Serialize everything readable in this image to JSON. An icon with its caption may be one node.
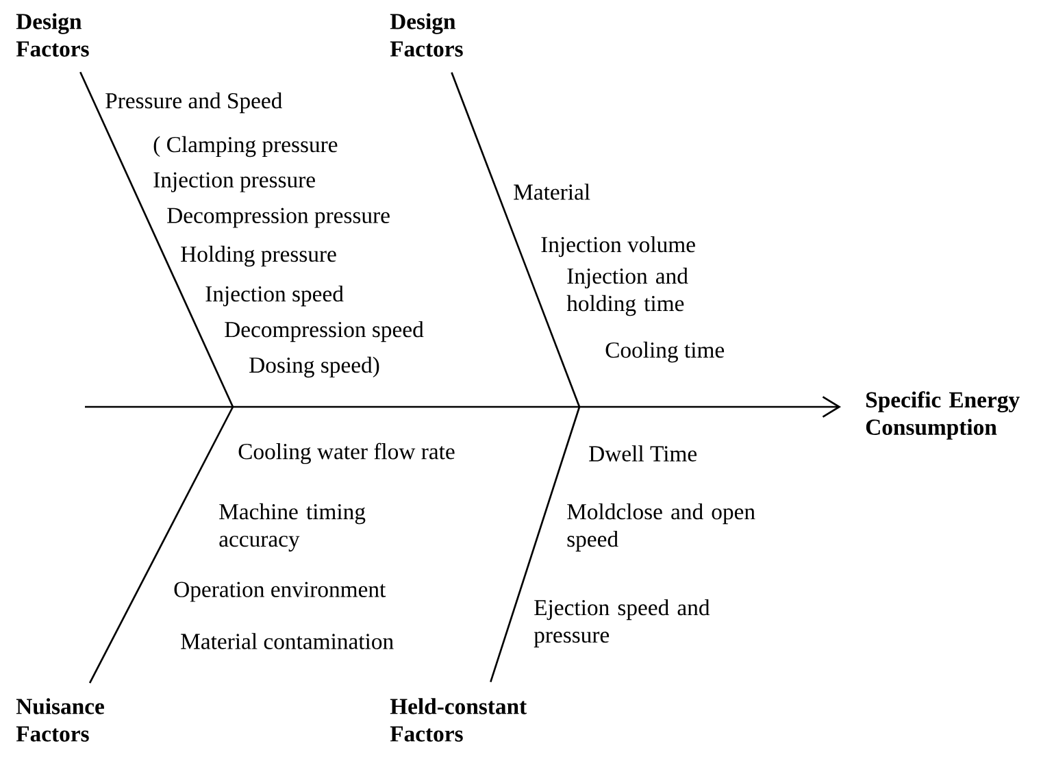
{
  "diagram": {
    "nodes": [
      {
        "text": [
          "Design Factors"
        ]
      },
      {
        "text": [
          "Design Factors"
        ]
      },
      {
        "text": [
          "Specific Energy Consumption"
        ]
      },
      {
        "text": [
          "Nuisance Factors"
        ]
      },
      {
        "text": [
          "Held-constant Factors"
        ]
      }
    ],
    "edges": [
      {
        "from": null,
        "to": 2,
        "arrow": "to"
      },
      {
        "from": 0,
        "to": null,
        "arrow": "none"
      },
      {
        "from": 1,
        "to": null,
        "arrow": "none"
      },
      {
        "from": 3,
        "to": null,
        "arrow": "none"
      },
      {
        "from": 4,
        "to": null,
        "arrow": "none"
      }
    ],
    "labels": [
      "Pressure and Speed",
      "( Clamping pressure",
      "Injection pressure",
      "Decompression pressure",
      "Holding pressure",
      "Injection speed",
      "Decompression speed",
      "Dosing speed)",
      "Material",
      "Injection volume",
      "Injection and holding time",
      "Cooling time",
      "Cooling water flow rate",
      "Machine timing accuracy",
      "Operation environment",
      "Material contamination",
      "Dwell Time",
      "Moldclose and open speed",
      "Ejection speed and pressure"
    ]
  }
}
